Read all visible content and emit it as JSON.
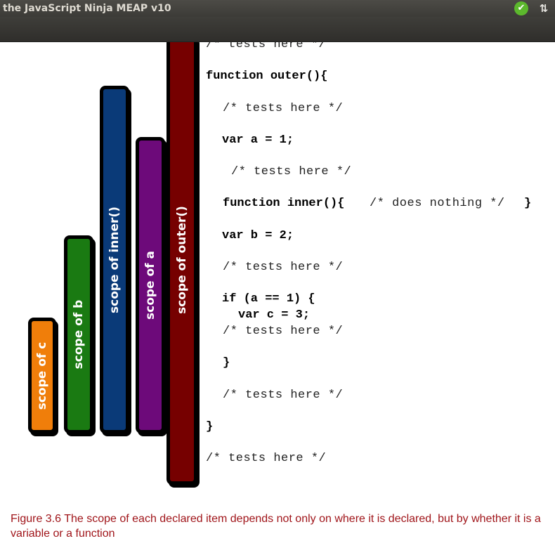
{
  "window": {
    "title": "the JavaScript Ninja MEAP v10",
    "tray_check_glyph": "✔",
    "tray_network_glyph": "⇅"
  },
  "figure": {
    "scopes": [
      {
        "label": "scope of c",
        "color": "#f07e0a"
      },
      {
        "label": "scope of b",
        "color": "#1a7a12"
      },
      {
        "label": "scope of inner()",
        "color": "#0a3a78"
      },
      {
        "label": "scope of a",
        "color": "#6d0a7a"
      },
      {
        "label": "scope of outer()",
        "color": "#760000"
      }
    ],
    "code": {
      "l0": "/* tests here */",
      "l1": "function outer(){",
      "l2": "/* tests here */",
      "l3": "var a = 1;",
      "l4": "/* tests here */",
      "l5a": "function inner(){",
      "l5b": "/* does nothing */",
      "l5c": "}",
      "l6": "var b = 2;",
      "l7": "/* tests here */",
      "l8": "if (a == 1) {",
      "l9": "var c = 3;",
      "l10": "/* tests here */",
      "l11": "}",
      "l12": "/* tests here */",
      "l13": "}",
      "l14": "/* tests here */"
    }
  },
  "caption": {
    "line1": "Figure 3.6 The scope of each declared item depends not only on where it is declared, but by whether it is a",
    "line2": "variable or a function"
  }
}
